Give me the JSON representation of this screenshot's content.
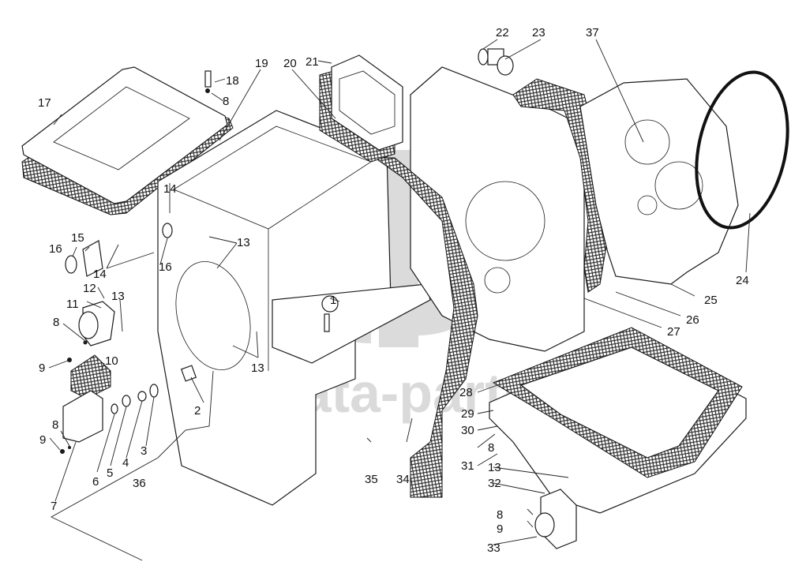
{
  "diagram": {
    "type": "exploded-parts-diagram",
    "subject": "Transmission housing assembly",
    "watermark": {
      "logo_text": "dp",
      "text": "data-parts",
      "color": "#d2d2d2"
    },
    "callouts": [
      {
        "id": "c1",
        "label": "1",
        "part": "lifting eye bolt"
      },
      {
        "id": "c2",
        "label": "2",
        "part": "plug"
      },
      {
        "id": "c3",
        "label": "3",
        "part": "washer"
      },
      {
        "id": "c4",
        "label": "4",
        "part": "plug"
      },
      {
        "id": "c5",
        "label": "5",
        "part": "bushing"
      },
      {
        "id": "c6",
        "label": "6",
        "part": "washer"
      },
      {
        "id": "c7",
        "label": "7",
        "part": "cover"
      },
      {
        "id": "c8a",
        "label": "8",
        "part": "washer (top)"
      },
      {
        "id": "c8b",
        "label": "8",
        "part": "washer (left)"
      },
      {
        "id": "c8c",
        "label": "8",
        "part": "washer (lower left)"
      },
      {
        "id": "c8d",
        "label": "8",
        "part": "washer (sump)"
      },
      {
        "id": "c8e",
        "label": "8",
        "part": "washer (sump flange)"
      },
      {
        "id": "c9a",
        "label": "9",
        "part": "nut (upper left)"
      },
      {
        "id": "c9b",
        "label": "9",
        "part": "nut (lower left)"
      },
      {
        "id": "c9c",
        "label": "9",
        "part": "nut (sump flange)"
      },
      {
        "id": "c10",
        "label": "10",
        "part": "gasket"
      },
      {
        "id": "c11",
        "label": "11",
        "part": "flange"
      },
      {
        "id": "c12",
        "label": "12",
        "part": "gasket"
      },
      {
        "id": "c13a",
        "label": "13",
        "part": "stud (left)"
      },
      {
        "id": "c13b",
        "label": "13",
        "part": "stud (housing side)"
      },
      {
        "id": "c13c",
        "label": "13",
        "part": "stud (housing lower)"
      },
      {
        "id": "c13d",
        "label": "13",
        "part": "stud (sump)"
      },
      {
        "id": "c14a",
        "label": "14",
        "part": "pin (top)"
      },
      {
        "id": "c14b",
        "label": "14",
        "part": "pin (left)"
      },
      {
        "id": "c15",
        "label": "15",
        "part": "fitting"
      },
      {
        "id": "c16a",
        "label": "16",
        "part": "o-ring (fitting)"
      },
      {
        "id": "c16b",
        "label": "16",
        "part": "o-ring (housing)"
      },
      {
        "id": "c17",
        "label": "17",
        "part": "top cover"
      },
      {
        "id": "c18",
        "label": "18",
        "part": "bolt"
      },
      {
        "id": "c19",
        "label": "19",
        "part": "gasket"
      },
      {
        "id": "c20",
        "label": "20",
        "part": "gasket"
      },
      {
        "id": "c21",
        "label": "21",
        "part": "cover"
      },
      {
        "id": "c22",
        "label": "22",
        "part": "o-ring"
      },
      {
        "id": "c23",
        "label": "23",
        "part": "plug"
      },
      {
        "id": "c24",
        "label": "24",
        "part": "seal ring"
      },
      {
        "id": "c25",
        "label": "25",
        "part": "front housing"
      },
      {
        "id": "c26",
        "label": "26",
        "part": "gasket"
      },
      {
        "id": "c27",
        "label": "27",
        "part": "plate"
      },
      {
        "id": "c28",
        "label": "28",
        "part": "gasket"
      },
      {
        "id": "c29",
        "label": "29",
        "part": "oil sump"
      },
      {
        "id": "c30",
        "label": "30",
        "part": "nut"
      },
      {
        "id": "c31",
        "label": "31",
        "part": "bolt"
      },
      {
        "id": "c32",
        "label": "32",
        "part": "gasket"
      },
      {
        "id": "c33",
        "label": "33",
        "part": "flange"
      },
      {
        "id": "c34",
        "label": "34",
        "part": "gasket"
      },
      {
        "id": "c35",
        "label": "35",
        "part": "housing"
      },
      {
        "id": "c36",
        "label": "36",
        "part": "rear housing assembly"
      },
      {
        "id": "c37",
        "label": "37",
        "part": "plug"
      }
    ]
  }
}
